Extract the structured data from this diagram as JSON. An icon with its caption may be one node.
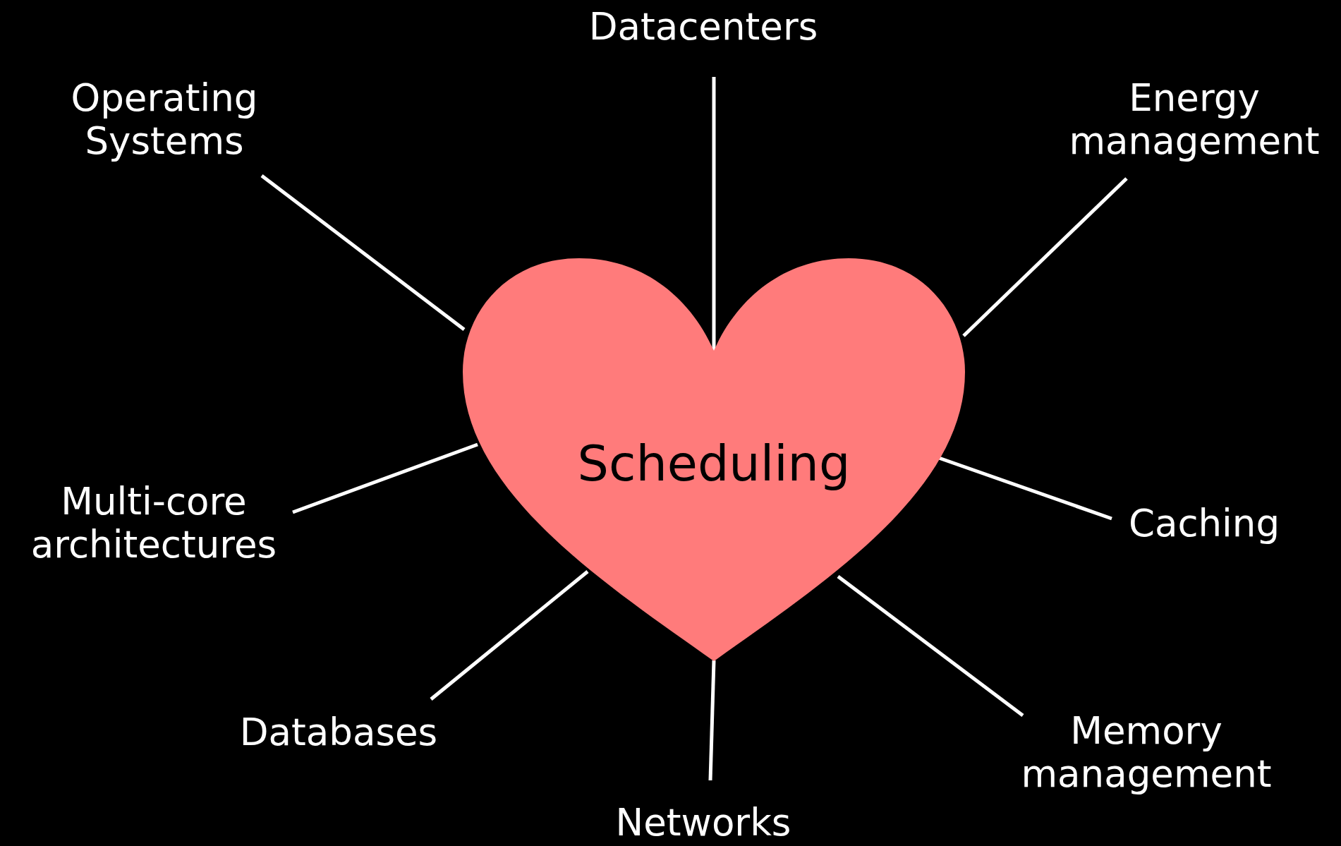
{
  "diagram": {
    "nodes": [
      {
        "text": [
          "Scheduling"
        ]
      },
      {
        "text": [
          "Datacenters"
        ]
      },
      {
        "text": [
          "Operating Systems"
        ]
      },
      {
        "text": [
          "Energy management"
        ]
      },
      {
        "text": [
          "Multi-core architectures"
        ]
      },
      {
        "text": [
          "Caching"
        ]
      },
      {
        "text": [
          "Databases"
        ]
      },
      {
        "text": [
          "Memory management"
        ]
      },
      {
        "text": [
          "Networks"
        ]
      }
    ],
    "edges": [
      {
        "from": 1,
        "to": 0,
        "arrow": "none"
      },
      {
        "from": 2,
        "to": 0,
        "arrow": "none"
      },
      {
        "from": 3,
        "to": 0,
        "arrow": "none"
      },
      {
        "from": 4,
        "to": 0,
        "arrow": "none"
      },
      {
        "from": 5,
        "to": 0,
        "arrow": "none"
      },
      {
        "from": 6,
        "to": 0,
        "arrow": "none"
      },
      {
        "from": 7,
        "to": 0,
        "arrow": "none"
      },
      {
        "from": 8,
        "to": 0,
        "arrow": "none"
      }
    ]
  }
}
